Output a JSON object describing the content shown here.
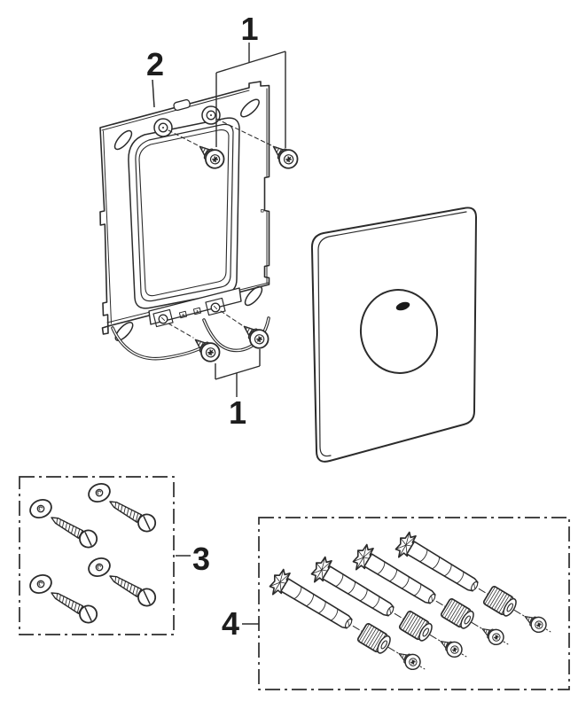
{
  "page": {
    "background": "#ffffff",
    "line_color": "#2b2b2b",
    "label_color": "#1d1d1d"
  },
  "callouts": {
    "top_screws": "1",
    "frame": "2",
    "bottom_screws": "1",
    "screw_kit": "3",
    "extension_kit": "4"
  },
  "parts": [
    {
      "callout": "1",
      "icon": "fixing-screw-icon",
      "count": 4
    },
    {
      "callout": "2",
      "icon": "mounting-frame-icon",
      "count": 1
    },
    {
      "callout": "3",
      "icon": "washer-screw-kit-icon",
      "count": 4
    },
    {
      "callout": "4",
      "icon": "extension-rod-kit-icon",
      "count": 4
    },
    {
      "callout": null,
      "icon": "flush-plate-icon",
      "count": 1
    }
  ]
}
